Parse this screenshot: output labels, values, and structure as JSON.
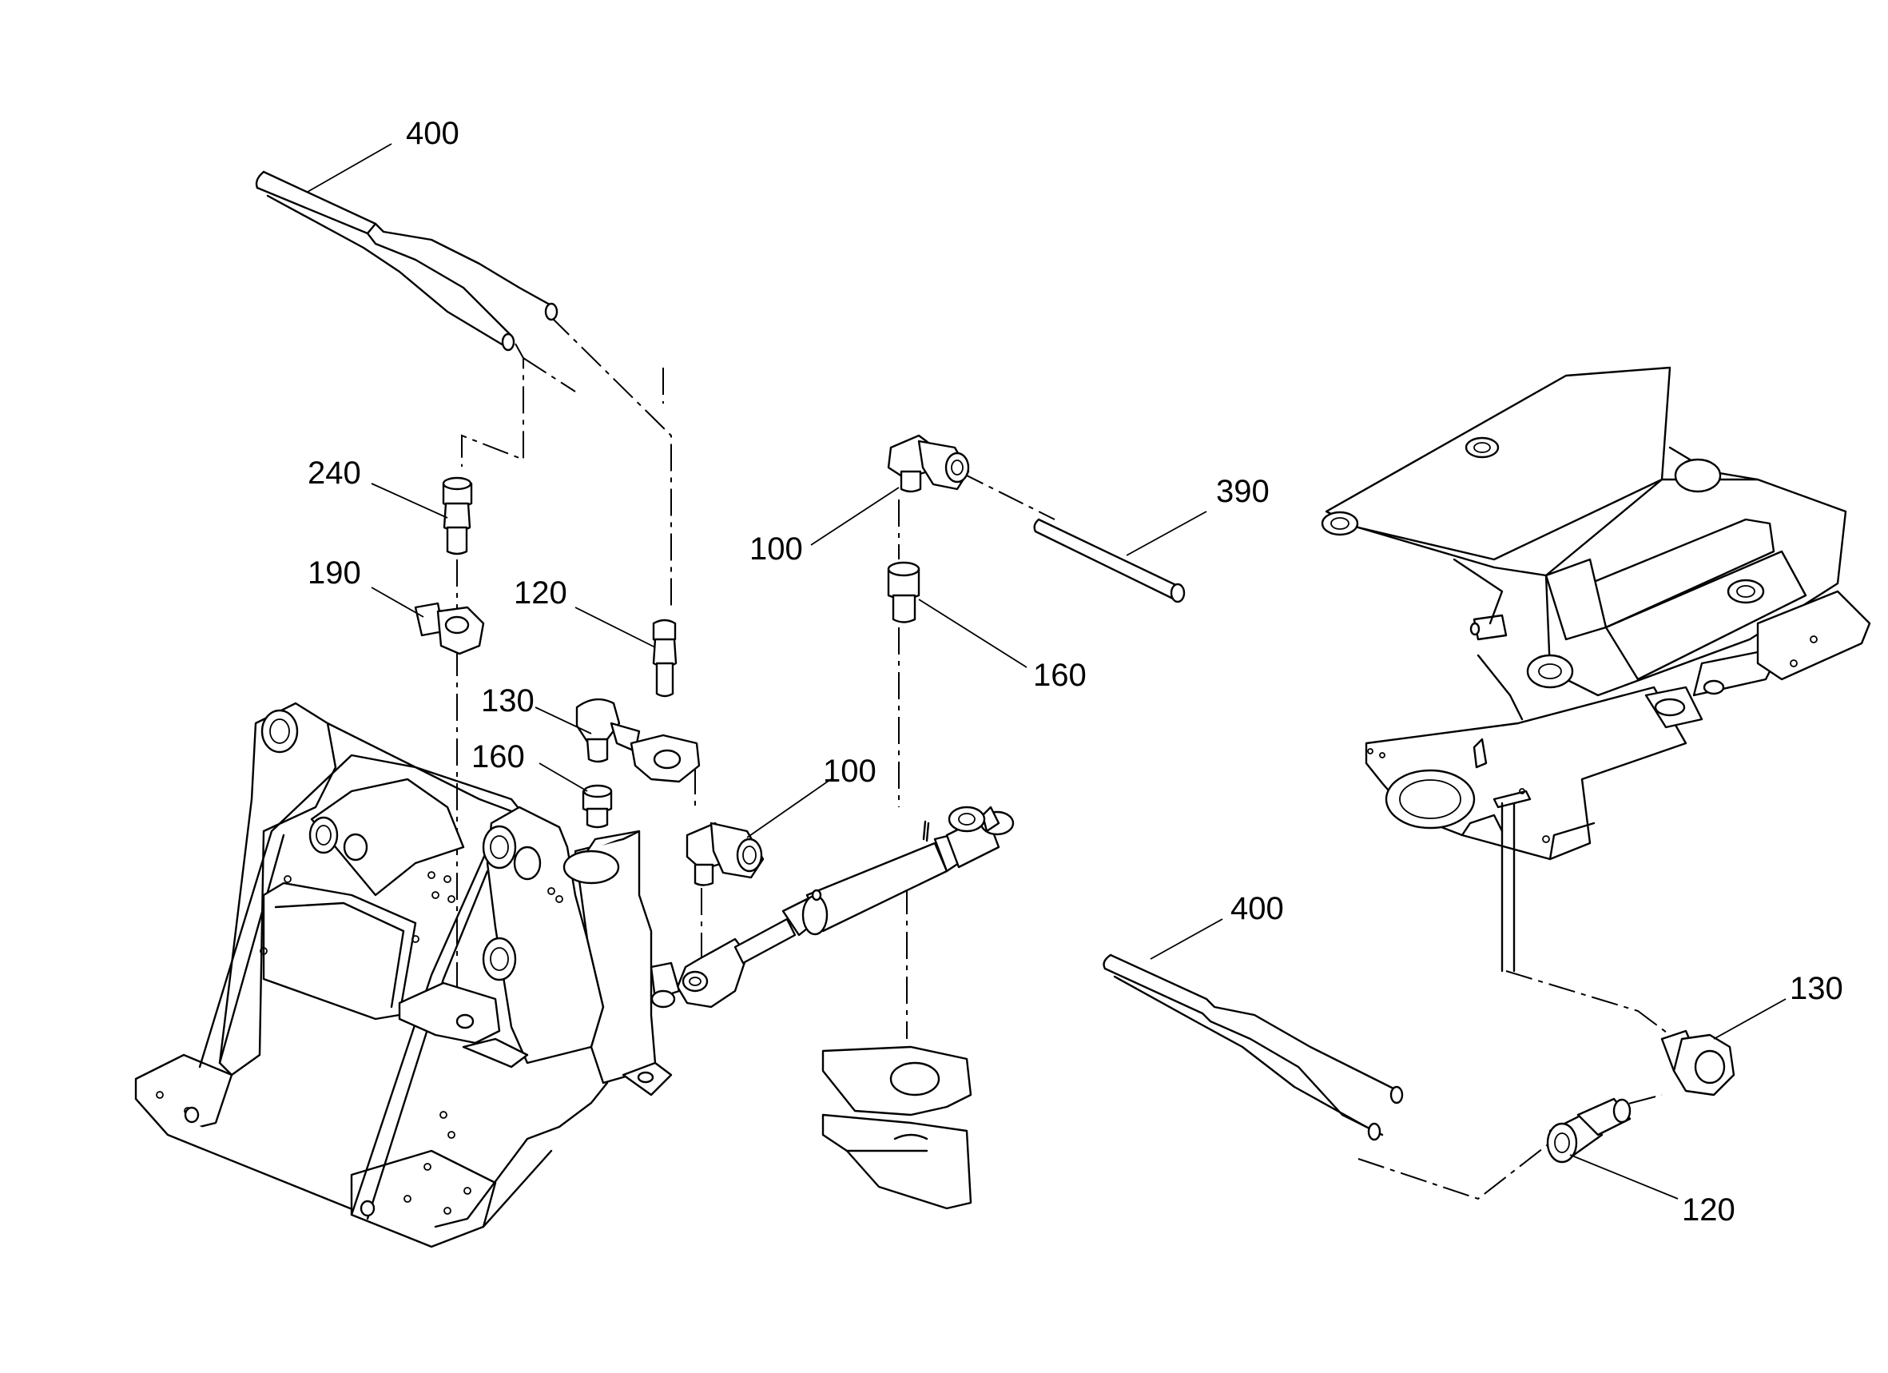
{
  "callouts": {
    "c400_top": "400",
    "c240": "240",
    "c190": "190",
    "c120_left": "120",
    "c130_left": "130",
    "c160_left": "160",
    "c100_top": "100",
    "c100_mid": "100",
    "c390": "390",
    "c160_right": "160",
    "c400_right": "400",
    "c130_right": "130",
    "c120_right": "120"
  }
}
